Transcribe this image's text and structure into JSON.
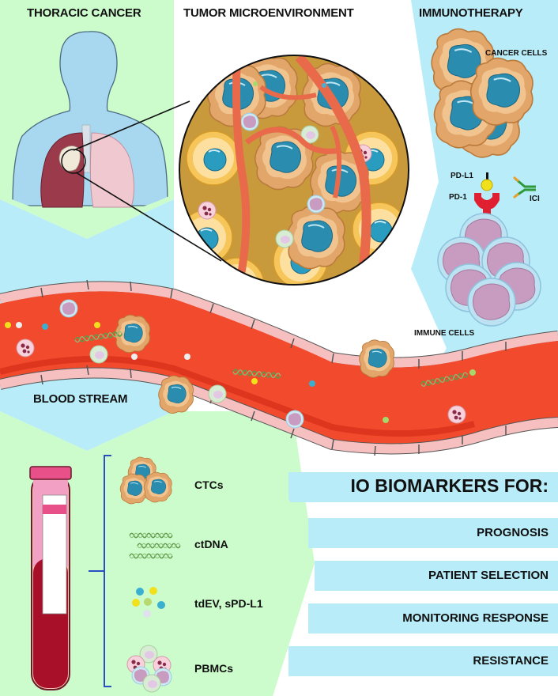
{
  "panels": {
    "thoracic": {
      "title": "THORACIC CANCER"
    },
    "tme": {
      "title": "TUMOR MICROENVIRONMENT"
    },
    "immuno": {
      "title": "IMMUNOTHERAPY",
      "cancer_cells_label": "CANCER CELLS",
      "pdl1_label": "PD-L1",
      "pd1_label": "PD-1",
      "ici_label": "ICI",
      "immune_cells_label": "IMMUNE CELLS"
    },
    "blood": {
      "title": "BLOOD STREAM"
    }
  },
  "liquid_biopsy": {
    "markers": [
      {
        "label": "CTCs",
        "icon": "ctc-cluster-icon"
      },
      {
        "label": "ctDNA",
        "icon": "dna-helix-icon"
      },
      {
        "label": "tdEV, sPD-L1",
        "icon": "vesicles-icon"
      },
      {
        "label": "PBMCs",
        "icon": "pbmc-cluster-icon"
      }
    ]
  },
  "io_biomarkers": {
    "heading": "IO BIOMARKERS FOR:",
    "items": [
      "PROGNOSIS",
      "PATIENT SELECTION",
      "MONITORING RESPONSE",
      "RESISTANCE"
    ]
  },
  "colors": {
    "green_bg": "#ccfccc",
    "blue_bg": "#b8ecf8",
    "blood_red": "#f24a2c",
    "vessel_wall": "#f7b8b8",
    "cancer_cell": "#e2a66a",
    "nucleus": "#2a8db0",
    "immune_cell": "#c89cc0",
    "bracket_blue": "#2a4fc0",
    "pdl1_yellow": "#f1e01c",
    "pd1_red": "#e02030"
  }
}
